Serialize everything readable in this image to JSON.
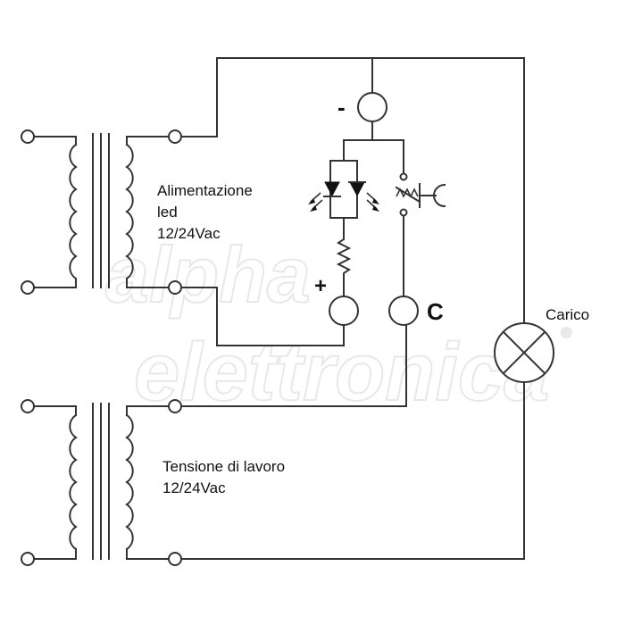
{
  "labels": {
    "led_supply_line1": "Alimentazione",
    "led_supply_line2": "led",
    "led_supply_line3": "12/24Vac",
    "work_voltage_line1": "Tensione di lavoro",
    "work_voltage_line2": "12/24Vac",
    "load": "Carico"
  },
  "terminals": {
    "minus": "-",
    "plus": "+",
    "common": "C"
  },
  "watermark": {
    "line1": "alpha",
    "line2": "elettronica",
    "registered": "®"
  },
  "colors": {
    "line": "#333333",
    "watermark": "#e8e8e8"
  }
}
